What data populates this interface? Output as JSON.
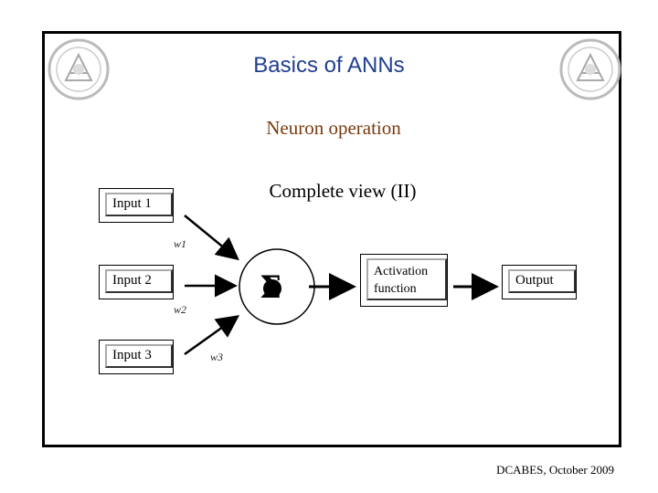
{
  "title": "Basics of ANNs",
  "subtitle": "Neuron operation",
  "view_title": "Complete view (II)",
  "diagram": {
    "inputs": [
      {
        "label": "Input 1"
      },
      {
        "label": "Input 2"
      },
      {
        "label": "Input 3"
      }
    ],
    "weights": [
      "w1",
      "w2",
      "w3"
    ],
    "summation_symbol": "Σ",
    "activation_line1": "Activation",
    "activation_line2": "function",
    "output_label": "Output"
  },
  "footer": "DCABES, October 2009",
  "colors": {
    "title": "#1f3f8f",
    "subtitle": "#7a3b10",
    "frame": "#000000"
  },
  "icons": {
    "seal_left": "university-seal-icon",
    "seal_right": "university-seal-icon"
  }
}
